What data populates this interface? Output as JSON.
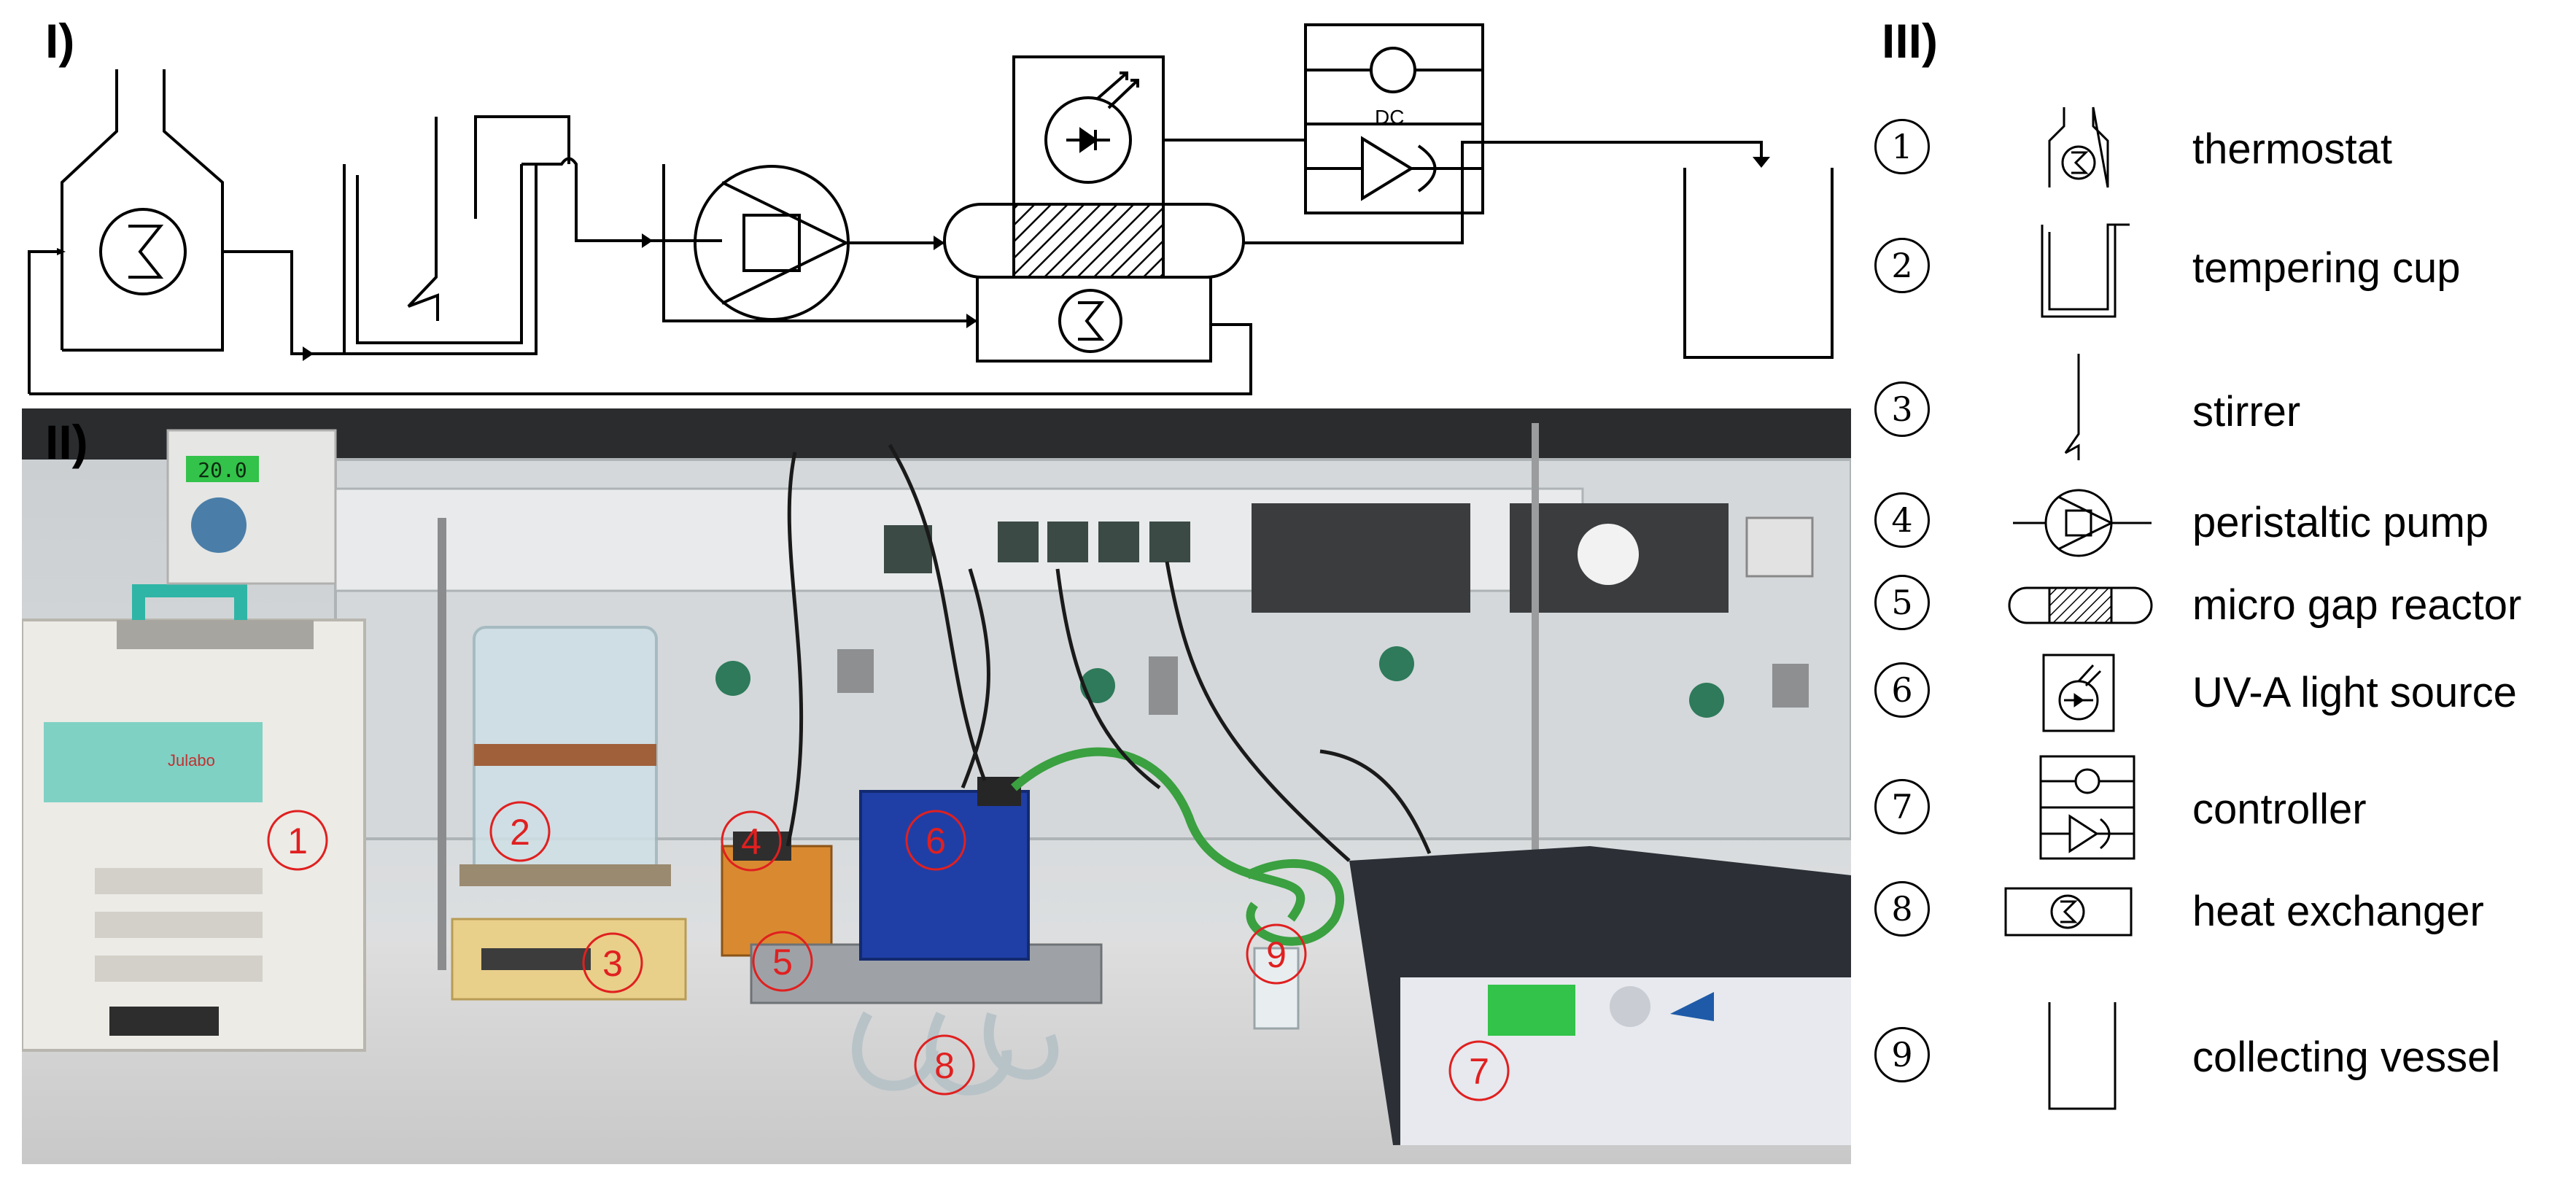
{
  "panels": {
    "schematic_label": "I)",
    "photo_label": "II)",
    "legend_label": "III)"
  },
  "schematic": {
    "dc_label": "DC"
  },
  "legend": {
    "items": [
      {
        "num": "1",
        "label": "thermostat",
        "symbol": "thermostat-symbol"
      },
      {
        "num": "2",
        "label": "tempering cup",
        "symbol": "tempering-cup-symbol"
      },
      {
        "num": "3",
        "label": "stirrer",
        "symbol": "stirrer-symbol"
      },
      {
        "num": "4",
        "label": "peristaltic pump",
        "symbol": "peristaltic-pump-symbol"
      },
      {
        "num": "5",
        "label": "micro gap reactor",
        "symbol": "micro-gap-reactor-symbol"
      },
      {
        "num": "6",
        "label": "UV-A light source",
        "symbol": "uv-light-source-symbol"
      },
      {
        "num": "7",
        "label": "controller",
        "symbol": "controller-symbol"
      },
      {
        "num": "8",
        "label": "heat exchanger",
        "symbol": "heat-exchanger-symbol"
      },
      {
        "num": "9",
        "label": "collecting vessel",
        "symbol": "collecting-vessel-symbol"
      }
    ]
  },
  "photo": {
    "thermostat_display": "20.0",
    "thermostat_brand": "Julabo",
    "markers": [
      "1",
      "2",
      "3",
      "4",
      "5",
      "6",
      "7",
      "8",
      "9"
    ]
  },
  "colors": {
    "marker": "#e02020",
    "ink": "#000000",
    "reactor_blue": "#1f3fa6",
    "tube_green": "#3aa040"
  }
}
